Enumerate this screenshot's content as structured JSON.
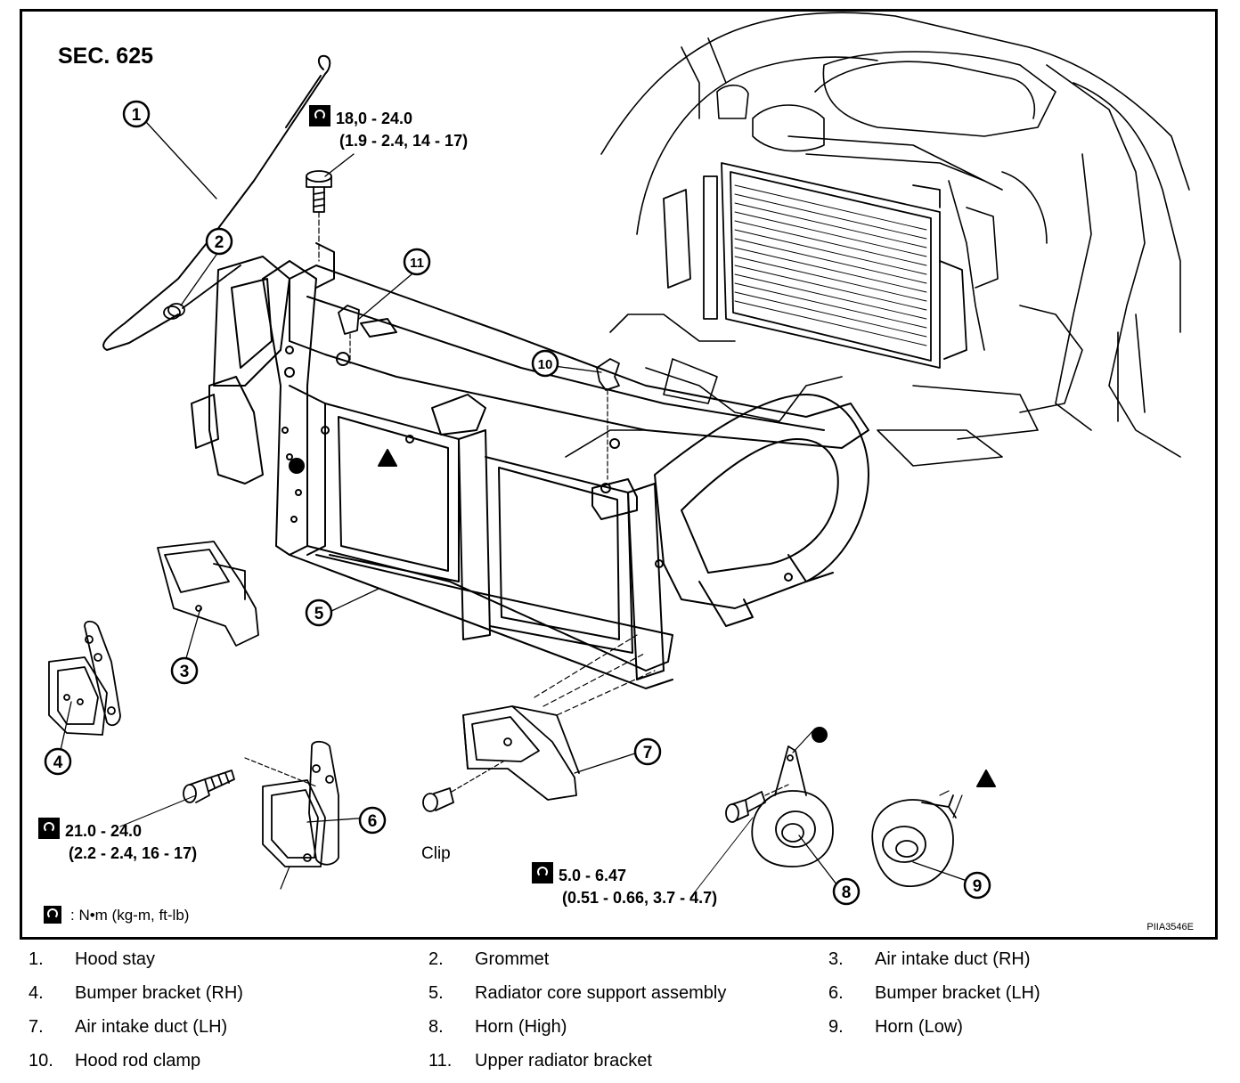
{
  "diagram": {
    "section": "SEC. 625",
    "figure_code": "PIIA3546E",
    "clip_label": "Clip",
    "unit_legend": ": N•m (kg-m, ft-lb)",
    "torques": [
      {
        "line1": "18,0 - 24.0",
        "line2": "(1.9 - 2.4, 14 - 17)"
      },
      {
        "line1": "21.0 - 24.0",
        "line2": "(2.2 - 2.4, 16 - 17)"
      },
      {
        "line1": "5.0 - 6.47",
        "line2": "(0.51 - 0.66, 3.7 - 4.7)"
      }
    ],
    "callouts": [
      "1",
      "2",
      "3",
      "4",
      "5",
      "6",
      "7",
      "8",
      "9",
      "10",
      "11"
    ],
    "icons": {
      "torque": "torque-wrench-icon",
      "circle_marker": "filled-circle",
      "triangle_marker": "filled-triangle"
    }
  },
  "legend": [
    {
      "num": "1.",
      "label": "Hood stay"
    },
    {
      "num": "2.",
      "label": "Grommet"
    },
    {
      "num": "3.",
      "label": "Air intake duct (RH)"
    },
    {
      "num": "4.",
      "label": "Bumper bracket (RH)"
    },
    {
      "num": "5.",
      "label": "Radiator core support assembly"
    },
    {
      "num": "6.",
      "label": "Bumper bracket (LH)"
    },
    {
      "num": "7.",
      "label": "Air intake duct (LH)"
    },
    {
      "num": "8.",
      "label": "Horn (High)"
    },
    {
      "num": "9.",
      "label": "Horn (Low)"
    },
    {
      "num": "10.",
      "label": "Hood rod clamp"
    },
    {
      "num": "11.",
      "label": "Upper radiator bracket"
    }
  ]
}
